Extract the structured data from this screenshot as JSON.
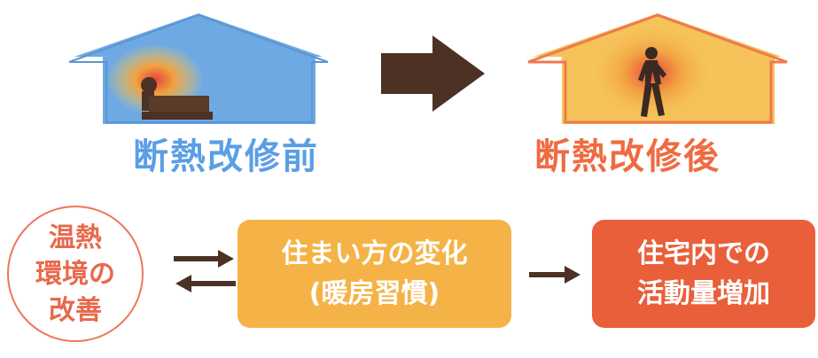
{
  "before": {
    "caption": "断熱改修前"
  },
  "after": {
    "caption": "断熱改修後"
  },
  "cycle": {
    "circle_lines": [
      "温熱",
      "環境の",
      "改善"
    ],
    "middle_lines": [
      "住まい方の変化",
      "(暖房習慣)"
    ],
    "right_lines": [
      "住宅内での",
      "活動量増加"
    ]
  },
  "colors": {
    "blue_house": "#6fa9e3",
    "orange_house": "#f6c25a",
    "arrow_brown": "#4c3124",
    "caption_blue": "#5b9ee6",
    "caption_orange": "#ef6b41",
    "circle_red": "#e8694c",
    "box_yellow": "#f5b347",
    "box_red": "#e95f3a"
  }
}
